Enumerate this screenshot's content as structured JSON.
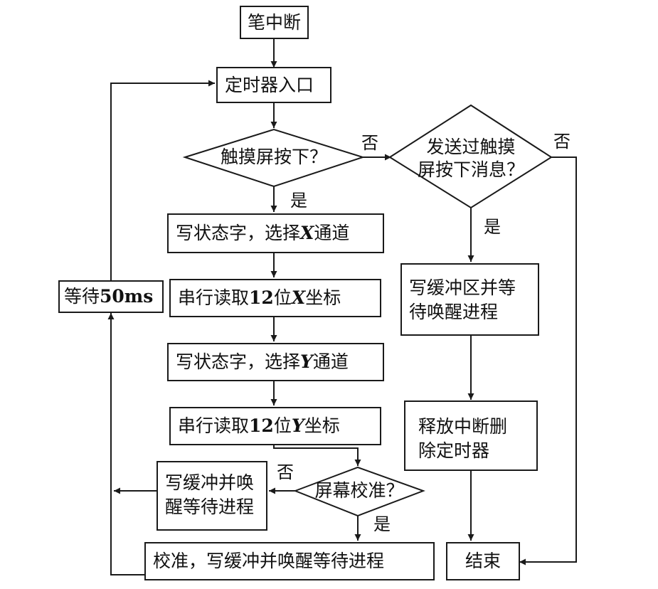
{
  "nodes": {
    "pen_interrupt": "笔中断",
    "timer_entry": "定时器入口",
    "touch_pressed": "触摸屏按下？",
    "sent_msg_line1": "发送过触摸",
    "sent_msg_line2": "屏按下消息？",
    "write_status_x": "写状态字，选择",
    "write_status_x_var": "X",
    "write_status_x_tail": "通道",
    "read_x_pre": "串行读取",
    "read_x_num": "12",
    "read_x_mid": "位",
    "read_x_var": "X",
    "read_x_tail": "坐标",
    "write_status_y": "写状态字，选择",
    "write_status_y_var": "Y",
    "write_status_y_tail": "通道",
    "read_y_pre": "串行读取",
    "read_y_num": "12",
    "read_y_mid": "位",
    "read_y_var": "Y",
    "read_y_tail": "坐标",
    "screen_calib": "屏幕校准？",
    "write_buf_line1": "写缓冲并唤",
    "write_buf_line2": "醒等待进程",
    "calib_write": "校准，写缓冲并唤醒等待进程",
    "wait_pre": "等待",
    "wait_num": "50ms",
    "write_buf_wait_line1": "写缓冲区并等",
    "write_buf_wait_line2": "待唤醒进程",
    "release_line1": "释放中断删",
    "release_line2": "除定时器",
    "end": "结束"
  },
  "labels": {
    "no_touch": "否",
    "yes_touch": "是",
    "no_sent": "否",
    "yes_sent": "是",
    "no_calib": "否",
    "yes_calib": "是"
  }
}
